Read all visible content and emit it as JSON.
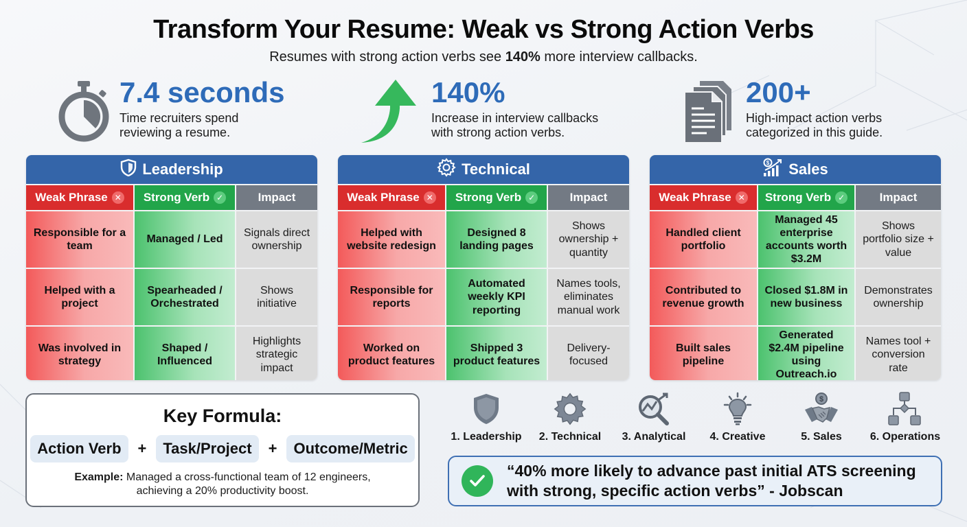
{
  "header": {
    "title": "Transform Your Resume: Weak vs Strong Action Verbs",
    "subtitle_pre": "Resumes with strong action verbs see ",
    "subtitle_bold": "140%",
    "subtitle_post": " more interview callbacks."
  },
  "stats": [
    {
      "icon": "stopwatch-icon",
      "value": "7.4 seconds",
      "line1": "Time recruiters spend",
      "line2": "reviewing a resume."
    },
    {
      "icon": "up-arrow-icon",
      "value": "140%",
      "line1": "Increase in interview callbacks",
      "line2": "with strong action verbs."
    },
    {
      "icon": "documents-icon",
      "value": "200+",
      "line1": "High-impact action verbs",
      "line2": "categorized in this guide."
    }
  ],
  "columns": {
    "weak": "Weak Phrase",
    "strong": "Strong Verb",
    "impact": "Impact"
  },
  "tables": [
    {
      "title": "Leadership",
      "icon": "shield-icon",
      "rows": [
        {
          "weak": "Responsible for a team",
          "strong": "Managed / Led",
          "impact": "Signals direct ownership"
        },
        {
          "weak": "Helped with a project",
          "strong": "Spearheaded / Orchestrated",
          "impact": "Shows initiative"
        },
        {
          "weak": "Was involved in strategy",
          "strong": "Shaped / Influenced",
          "impact": "Highlights strategic impact"
        }
      ]
    },
    {
      "title": "Technical",
      "icon": "gear-icon",
      "rows": [
        {
          "weak": "Helped with website redesign",
          "strong": "Designed 8 landing pages",
          "impact": "Shows ownership + quantity"
        },
        {
          "weak": "Responsible for reports",
          "strong": "Automated weekly KPI reporting",
          "impact": "Names tools, eliminates manual work"
        },
        {
          "weak": "Worked on product features",
          "strong": "Shipped 3 product features",
          "impact": "Delivery-focused"
        }
      ]
    },
    {
      "title": "Sales",
      "icon": "sales-growth-icon",
      "rows": [
        {
          "weak": "Handled client portfolio",
          "strong": "Managed 45 enterprise accounts worth $3.2M",
          "impact": "Shows portfolio size + value"
        },
        {
          "weak": "Contributed to revenue growth",
          "strong": "Closed $1.8M in new business",
          "impact": "Demonstrates ownership"
        },
        {
          "weak": "Built sales pipeline",
          "strong": "Generated $2.4M pipeline using Outreach.io",
          "impact": "Names tool + conversion rate"
        }
      ]
    }
  ],
  "formula": {
    "title": "Key Formula:",
    "parts": [
      "Action Verb",
      "Task/Project",
      "Outcome/Metric"
    ],
    "plus": "+",
    "example_label": "Example:",
    "example_text": " Managed a cross-functional team of 12 engineers,",
    "example_text2": "achieving a 20% productivity boost."
  },
  "categories": [
    {
      "icon": "shield-icon",
      "label": "1. Leadership"
    },
    {
      "icon": "gear-icon",
      "label": "2. Technical"
    },
    {
      "icon": "magnifier-chart-icon",
      "label": "3. Analytical"
    },
    {
      "icon": "lightbulb-icon",
      "label": "4. Creative"
    },
    {
      "icon": "handshake-icon",
      "label": "5. Sales"
    },
    {
      "icon": "flowchart-icon",
      "label": "6. Operations"
    }
  ],
  "quote": {
    "line1": "“40% more likely to advance past initial ATS screening",
    "line2": "with strong, specific action verbs” - Jobscan"
  },
  "colors": {
    "blue": "#3465a9",
    "stat_blue": "#2e6bb8",
    "weak_red": "#d92d2d",
    "strong_green": "#22a54a",
    "impact_gray": "#737a84"
  }
}
